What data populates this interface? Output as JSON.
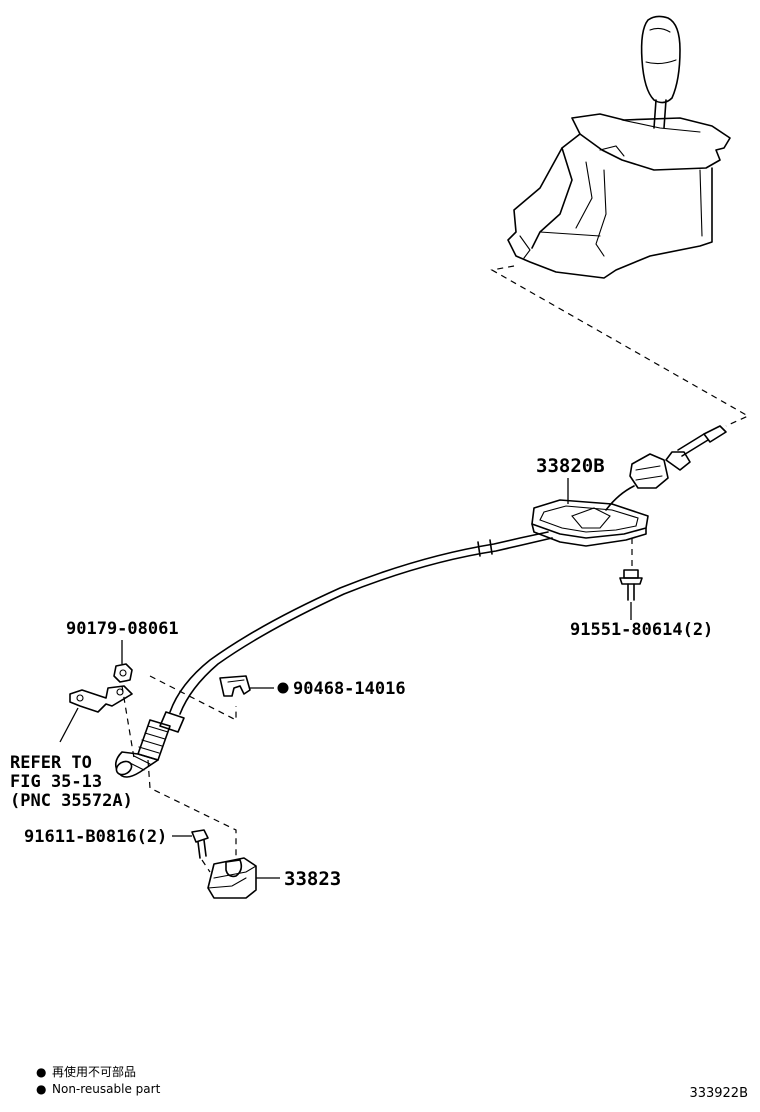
{
  "labels": {
    "shift_lever_cable": "33820B",
    "bolt": "91551-80614(2)",
    "nut": "90179-08061",
    "clip": "90468-14016",
    "refer_line1": "REFER TO",
    "refer_line2": "FIG 35-13",
    "refer_line3": "(PNC 35572A)",
    "bolt2": "91611-B0816(2)",
    "bracket": "33823"
  },
  "legend": {
    "symbol": "●",
    "line_ja": "再使用不可部品",
    "line_en": "Non-reusable part"
  },
  "figure_code": "333922B"
}
